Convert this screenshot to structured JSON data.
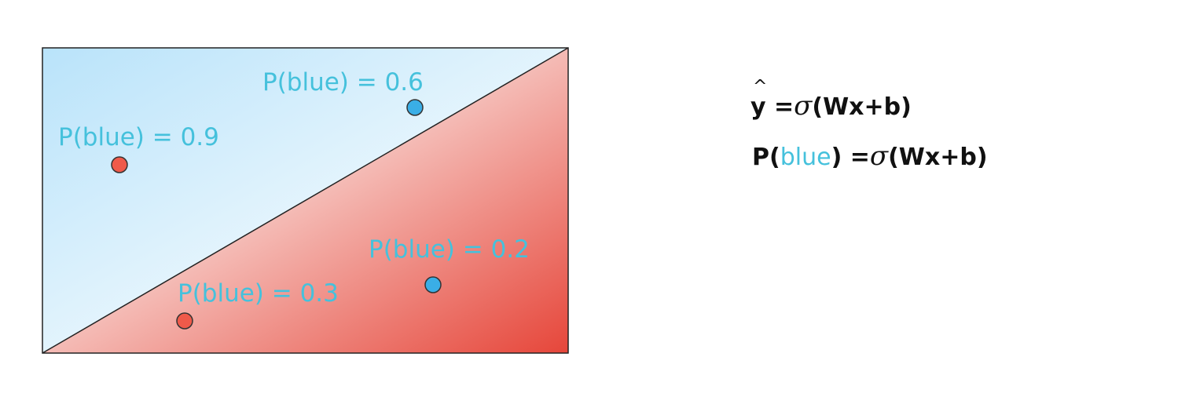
{
  "points": [
    {
      "label": "P(blue) =  0.9",
      "color": "#ef5a4a"
    },
    {
      "label": "P(blue) =  0.6",
      "color": "#3aaee6"
    },
    {
      "label": "P(blue) =  0.3",
      "color": "#ef5a4a"
    },
    {
      "label": "P(blue) =  0.2",
      "color": "#3aaee6"
    }
  ],
  "formula1": {
    "y_hat": "y",
    "hat_glyph": "^",
    "equals": " =",
    "sigma": "σ",
    "args": "(Wx+b)"
  },
  "formula2": {
    "prefix": "P(",
    "blue_word": "blue",
    "suffix": ") =",
    "sigma": "σ",
    "args": "(Wx+b)"
  },
  "colors": {
    "blue_region": "#bfe6fb",
    "red_region": "#e8483c",
    "label_color": "#45c1dc"
  }
}
